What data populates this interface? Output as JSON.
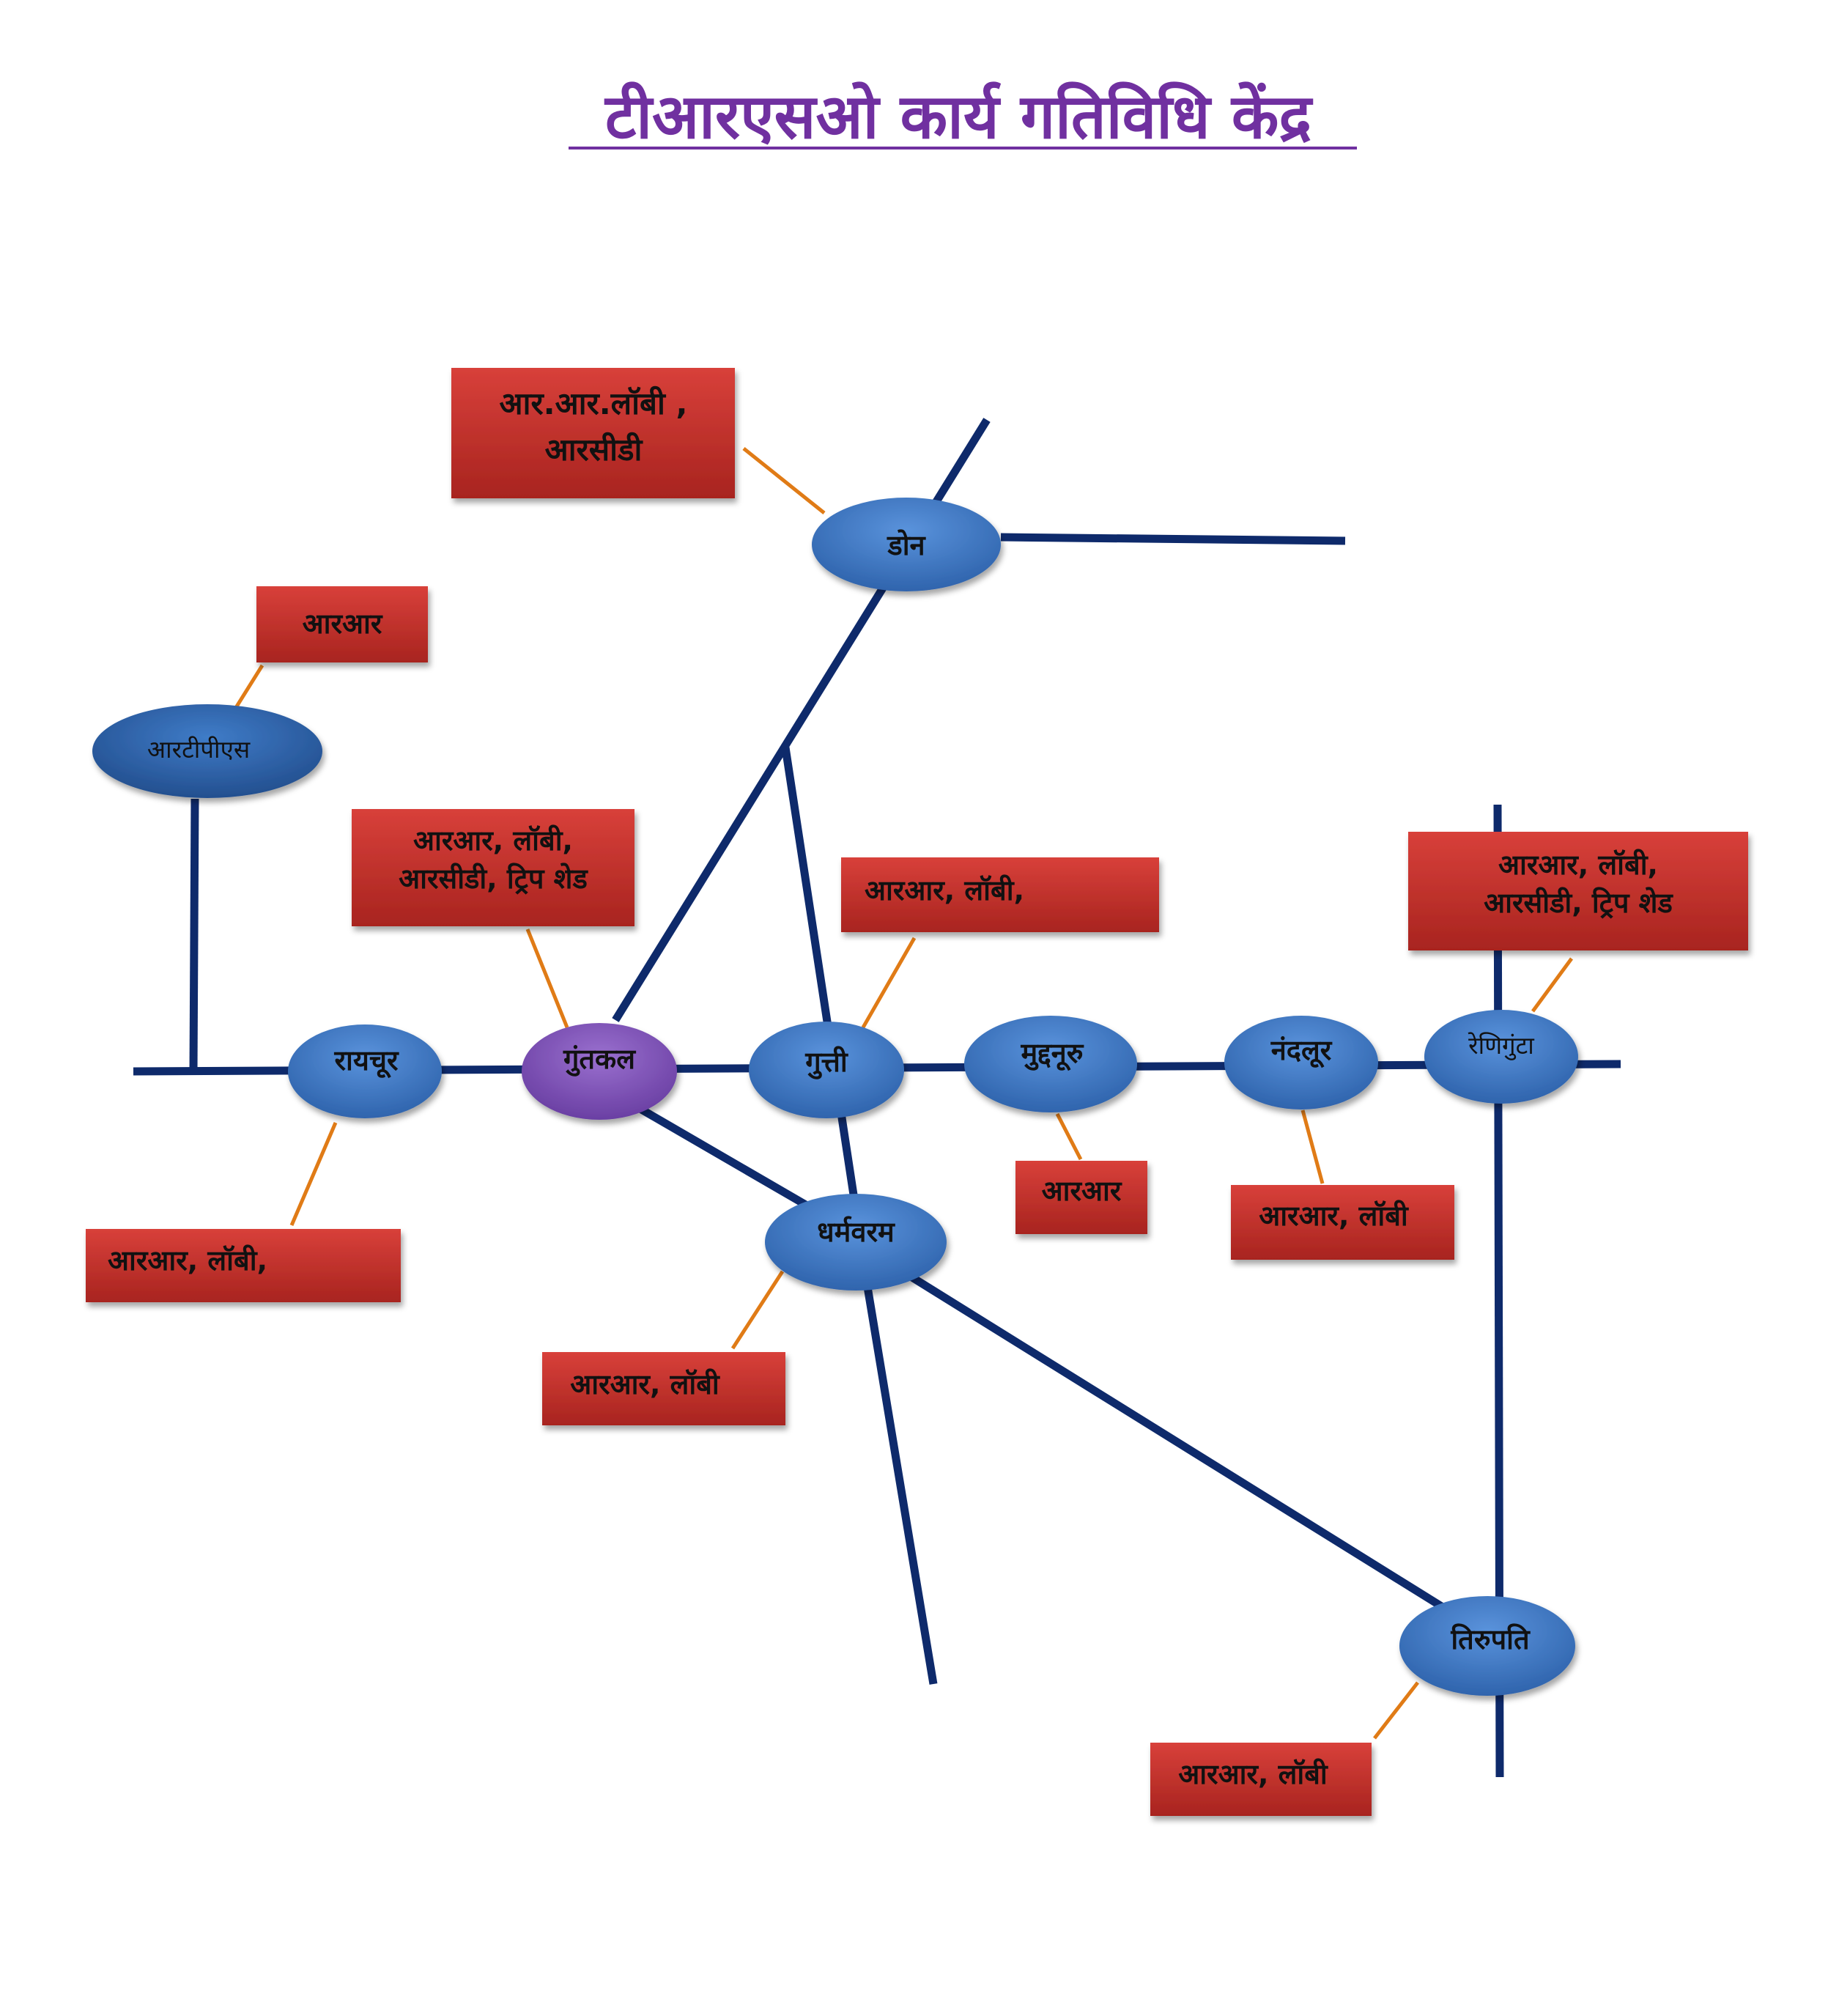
{
  "title": "टीआरएसओ कार्य गतिविधि केंद्र",
  "stations": {
    "don": "डोन",
    "rtps": "आरटीपीएस",
    "raichur": "रायचूर",
    "guntakal": "गुंतकल",
    "gooty": "गुत्ती",
    "muddanuru": "मुद्दनूरु",
    "nandalur": "नंदलूर",
    "renigunta": "रेणिगुंटा",
    "dharmavaram": "धर्मवरम",
    "tirupati": "तिरुपति"
  },
  "facilities": {
    "don_line1": "आर.आर.लॉबी ,",
    "don_line2": "आरसीडी",
    "rtps": "आरआर",
    "guntakal_line1": "आरआर, लॉबी,",
    "guntakal_line2": "आरसीडी, ट्रिप शेड",
    "gooty_line1": "आरआर, लॉबी,",
    "renigunta_line1": "आरआर, लॉबी,",
    "renigunta_line2": "आरसीडी, ट्रिप शेड",
    "raichur_line1": "आरआर, लॉबी,",
    "muddanuru": "आरआर",
    "nandalur": "आरआर, लॉबी",
    "dharmavaram": "आरआर, लॉबी",
    "tirupati": "आरआर, लॉबी"
  },
  "colors": {
    "title": "#7030a0",
    "track": "#0e2a6b",
    "station_fill": "#3a75c4",
    "junction_fill": "#7b4fb3",
    "box_fill": "#c0302c",
    "connector": "#e07b16"
  }
}
